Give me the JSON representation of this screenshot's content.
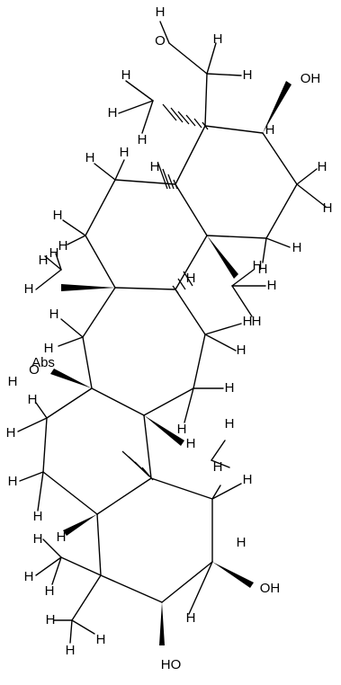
{
  "molecule": {
    "atom_labels": {
      "H": "H",
      "O": "O",
      "Abs": "Abs",
      "OH": "OH",
      "HO": "HO"
    }
  }
}
